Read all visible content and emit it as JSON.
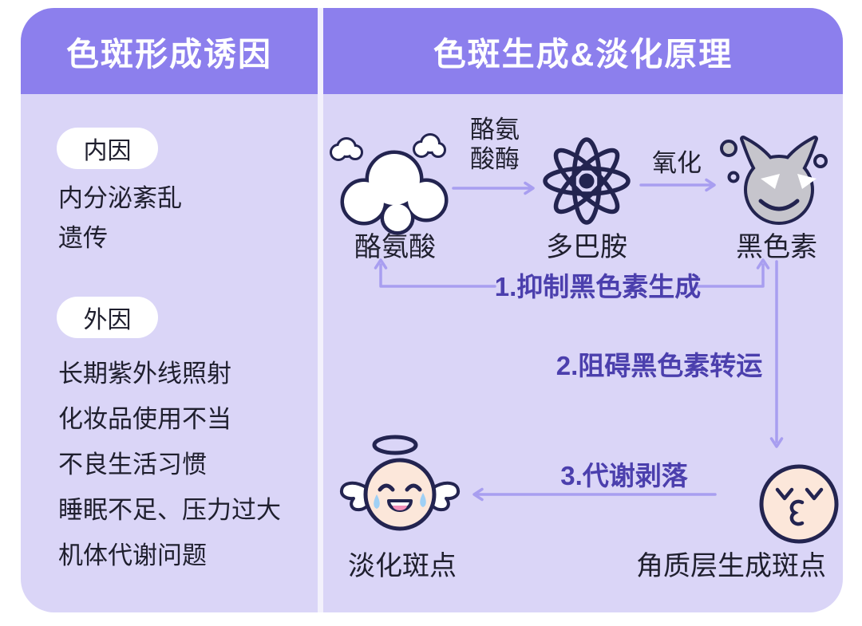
{
  "headers": {
    "left": "色斑形成诱因",
    "right": "色斑生成&淡化原理"
  },
  "left_panel": {
    "internal": {
      "badge": "内因",
      "items": [
        "内分泌紊乱",
        "遗传"
      ]
    },
    "external": {
      "badge": "外因",
      "items": [
        "长期紫外线照射",
        "化妆品使用不当",
        "不良生活习惯",
        "睡眠不足、压力过大",
        "机体代谢问题"
      ]
    }
  },
  "right_panel": {
    "nodes": {
      "tyrosine": {
        "label": "酪氨酸",
        "icon": "cloud-icon"
      },
      "dopamine": {
        "label": "多巴胺",
        "icon": "atom-icon"
      },
      "melanin": {
        "label": "黑色素",
        "icon": "devil-face-icon"
      },
      "spots": {
        "label": "角质层生成斑点",
        "icon": "kiss-face-icon"
      },
      "faded": {
        "label": "淡化斑点",
        "icon": "angel-face-icon"
      }
    },
    "edge_labels": {
      "tyrosinase_line1": "酪氨",
      "tyrosinase_line2": "酸酶",
      "oxidation": "氧化"
    },
    "steps": {
      "inhibit": "1.抑制黑色素生成",
      "block": "2.阻碍黑色素转运",
      "exfoliate": "3.代谢剥落"
    }
  },
  "colors": {
    "header_bg": "#8C7FED",
    "panel_bg": "#DAD5F7",
    "divider": "#F3F1FC",
    "header_text": "#FFFFFF",
    "body_text": "#1F1F2E",
    "step_text": "#4B3FAD",
    "arrow": "#A89EF0",
    "icon_outline": "#232450",
    "devil_gray": "#C6C5CC",
    "face_peach": "#FCE7DA",
    "tear_blue": "#9FD0F5",
    "tongue_pink": "#F48FB8"
  }
}
